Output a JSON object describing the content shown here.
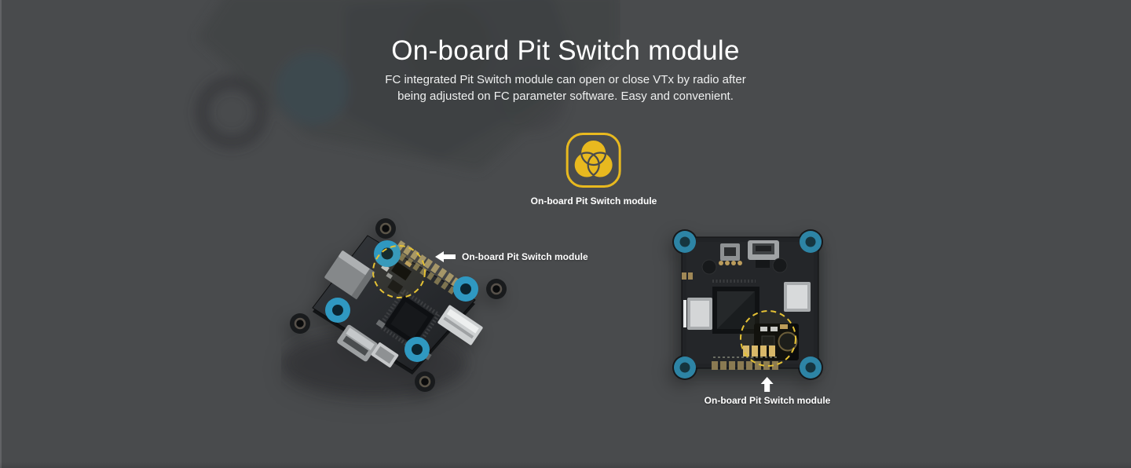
{
  "colors": {
    "background": "#494b4d",
    "accent": "#e8b91f",
    "highlight": "#e5c235",
    "grommet": "#2f98c1",
    "grommet_dark": "#2d84a5",
    "text": "#ffffff"
  },
  "header": {
    "title": "On-board Pit Switch module",
    "subtitle_line1": "FC integrated Pit Switch module can open or close VTx by radio after",
    "subtitle_line2": "being adjusted on FC parameter software. Easy and convenient."
  },
  "feature_badge": {
    "icon": "pit-switch-venn-icon",
    "label": "On-board Pit Switch module"
  },
  "figures": {
    "left": {
      "image": "fc-board-angled-view",
      "caption": "On-board Pit Switch module",
      "arrow_direction": "left"
    },
    "right": {
      "image": "fc-board-top-view",
      "caption": "On-board Pit Switch module",
      "arrow_direction": "up"
    }
  }
}
